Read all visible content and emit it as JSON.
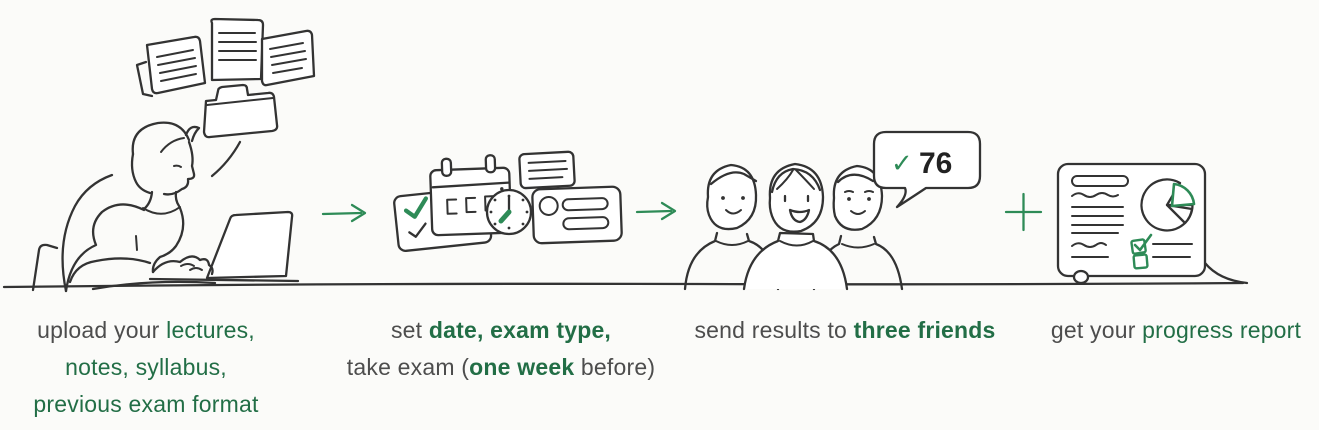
{
  "colors": {
    "ink": "#333333",
    "illustration_green": "#2e8b57",
    "text_gray": "#4d4d4d",
    "text_green": "#226e46",
    "pie_fill": "#c5dfcc",
    "score_ink": "#222222",
    "background": "#fbfbf9"
  },
  "speech_bubble": {
    "check_icon": "✓",
    "score": "76"
  },
  "steps": [
    {
      "name": "upload",
      "illustration": "student-uploading-documents",
      "caption_lines": [
        {
          "segments": [
            {
              "text": "upload your ",
              "style": "gray"
            },
            {
              "text": "lectures,",
              "style": "green"
            }
          ]
        },
        {
          "segments": [
            {
              "text": "notes, syllabus,",
              "style": "green"
            }
          ]
        },
        {
          "segments": [
            {
              "text": "previous exam format",
              "style": "green"
            }
          ]
        }
      ]
    },
    {
      "name": "schedule",
      "illustration": "calendar-clock-checklist",
      "caption_lines": [
        {
          "segments": [
            {
              "text": "set ",
              "style": "gray"
            },
            {
              "text": "date, exam type,",
              "style": "green-bold"
            }
          ]
        },
        {
          "segments": [
            {
              "text": "take exam (",
              "style": "gray"
            },
            {
              "text": "one week",
              "style": "green-bold"
            },
            {
              "text": " before)",
              "style": "gray"
            }
          ]
        }
      ]
    },
    {
      "name": "send-results",
      "illustration": "three-friends-with-score-bubble",
      "caption_lines": [
        {
          "segments": [
            {
              "text": "send results to ",
              "style": "gray"
            },
            {
              "text": "three friends",
              "style": "green-bold"
            }
          ]
        }
      ]
    },
    {
      "name": "progress-report",
      "illustration": "progress-report-board",
      "caption_lines": [
        {
          "segments": [
            {
              "text": "get your ",
              "style": "gray"
            },
            {
              "text": "progress report",
              "style": "green"
            }
          ]
        }
      ]
    }
  ],
  "connectors": [
    {
      "type": "arrow"
    },
    {
      "type": "arrow"
    },
    {
      "type": "plus"
    }
  ]
}
